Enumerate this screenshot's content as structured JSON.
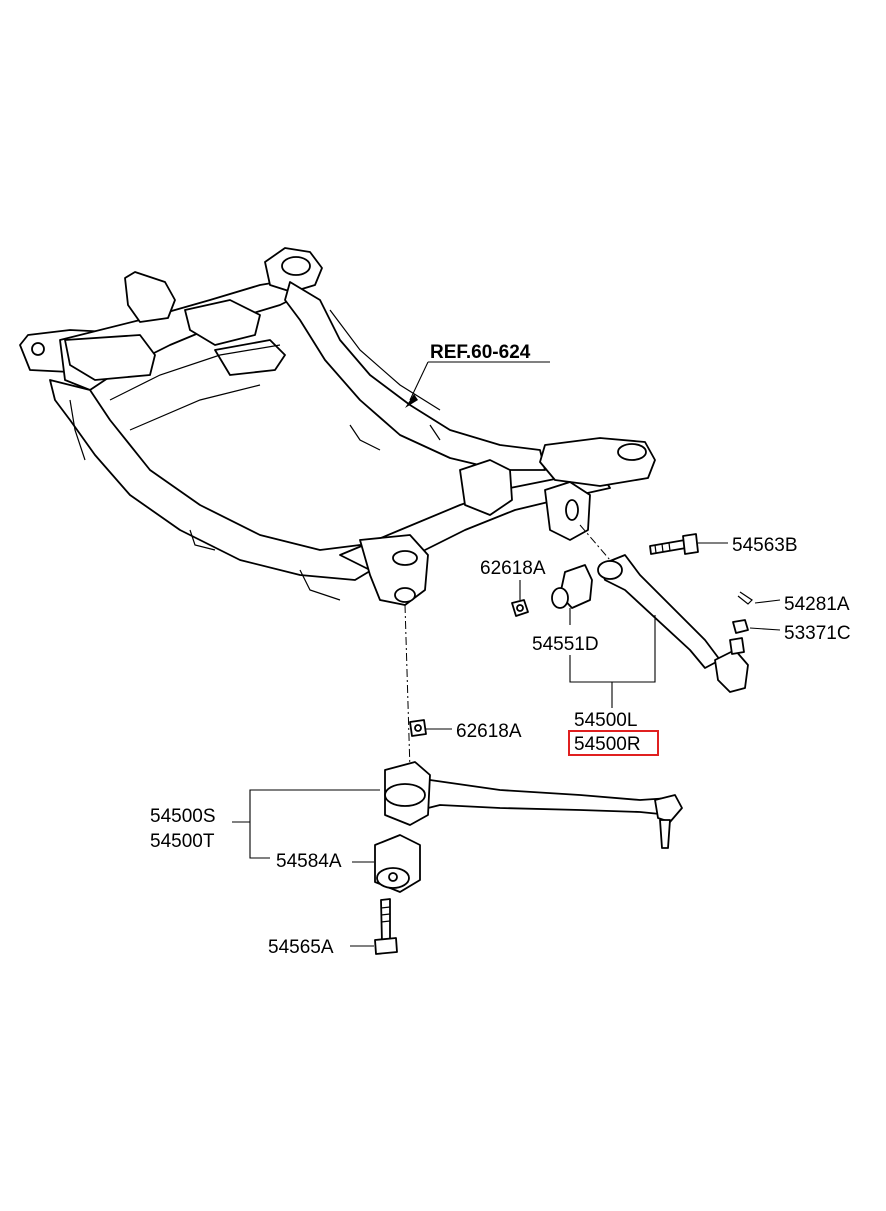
{
  "diagram": {
    "reference": "REF.60-624",
    "labels": {
      "bolt_upper": "54563B",
      "pin": "54281A",
      "nut_castle": "53371C",
      "nut_upper": "62618A",
      "bushing_upper": "54551D",
      "arm_left": "54500L",
      "arm_right": "54500R",
      "nut_lower": "62618A",
      "lower_arm_s": "54500S",
      "lower_arm_t": "54500T",
      "bushing_lower": "54584A",
      "bolt_lower": "54565A"
    },
    "highlight_color": "#e02020"
  }
}
